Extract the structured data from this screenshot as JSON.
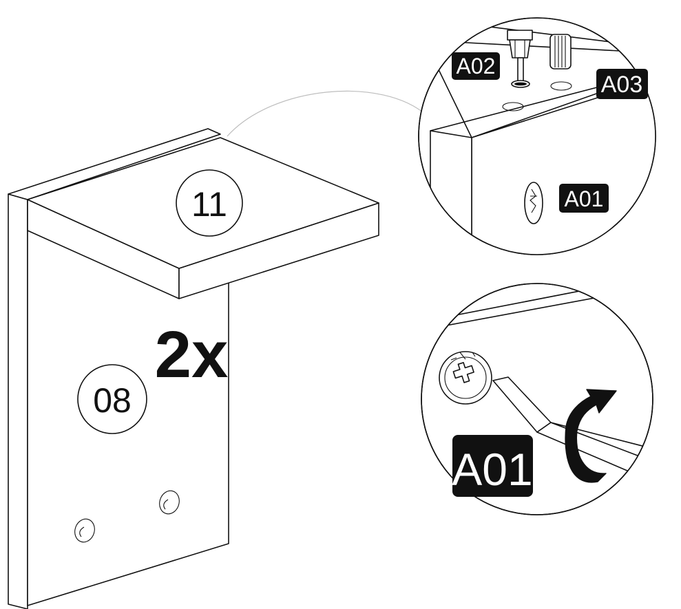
{
  "parts": {
    "panel_top": "11",
    "panel_side": "08"
  },
  "quantity": "2x",
  "labels": {
    "cam_bolt": "A02",
    "dowel": "A03",
    "cam_lock": "A01",
    "cam_lock_detail": "A01"
  },
  "icons": {
    "cam_lock": "cam-lock-icon",
    "screwdriver": "screwdriver-icon",
    "rotate_arrow": "rotate-clockwise-icon"
  },
  "colors": {
    "line": "#111111",
    "tag_fill": "#111111",
    "tag_text": "#ffffff",
    "leader": "#bdbdbd"
  }
}
